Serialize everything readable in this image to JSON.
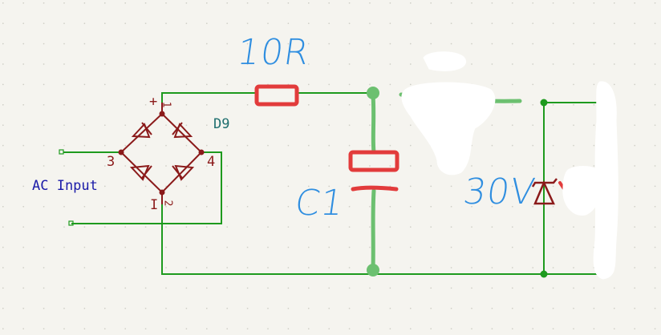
{
  "schematic": {
    "ac_input_label": "AC Input",
    "bridge_ref": "D9",
    "pin_plus": "+",
    "pin_minus": "I",
    "pin_1": "1",
    "pin_2": "2",
    "pin_3": "3",
    "pin_4": "4"
  },
  "annotations": {
    "resistor_value": "10R",
    "capacitor_ref": "C1",
    "zener_value": "30V"
  },
  "colors": {
    "background": "#f5f4ef",
    "grid_dot": "#c9c9c0",
    "wire": "#1e9a1e",
    "junction": "#1e9a1e",
    "component": "#8b1a1a",
    "ref_text": "#1f6f6f",
    "net_text": "#1a1aa8",
    "pin_text": "#8b1a1a",
    "pen_red": "#e23b3b",
    "pen_green": "#6cc070",
    "pen_blue": "#2f8ee0",
    "whiteout": "#ffffff"
  }
}
